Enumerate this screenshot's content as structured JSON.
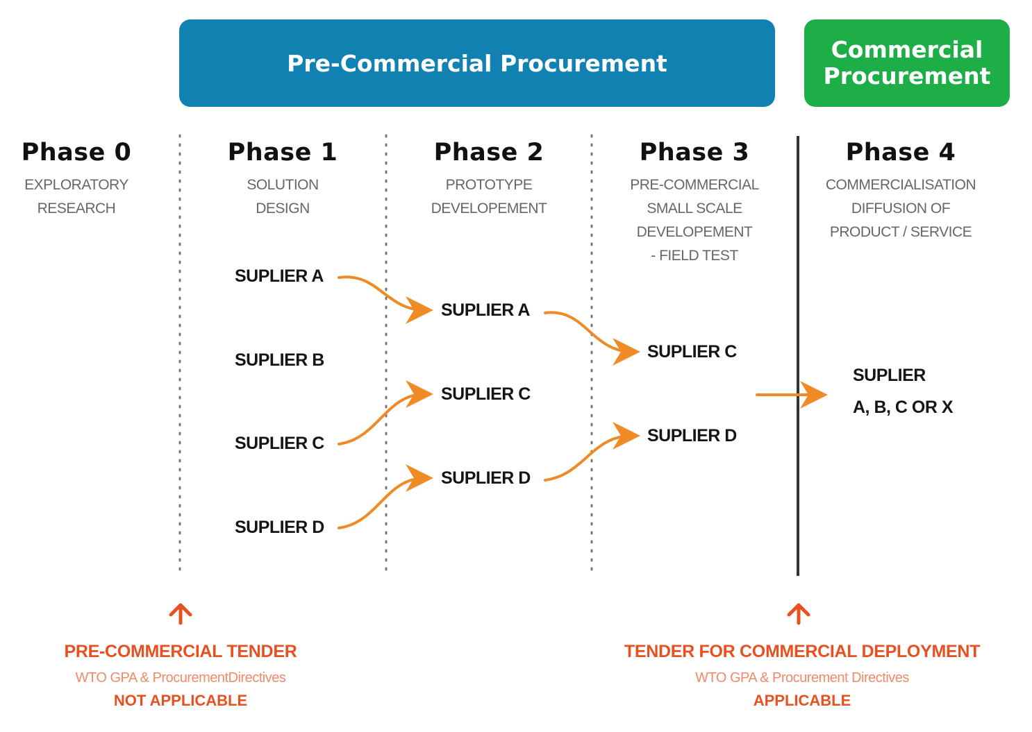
{
  "banners": {
    "pre_commercial": "Pre-Commercial Procurement",
    "commercial_line1": "Commercial",
    "commercial_line2": "Procurement"
  },
  "phases": [
    {
      "title": "Phase 0",
      "lines": [
        "EXPLORATORY",
        "RESEARCH"
      ]
    },
    {
      "title": "Phase 1",
      "lines": [
        "SOLUTION",
        "DESIGN"
      ]
    },
    {
      "title": "Phase 2",
      "lines": [
        "PROTOTYPE",
        "DEVELOPEMENT"
      ]
    },
    {
      "title": "Phase 3",
      "lines": [
        "PRE-COMMERCIAL",
        "SMALL SCALE",
        "DEVELOPEMENT",
        "- FIELD TEST"
      ]
    },
    {
      "title": "Phase 4",
      "lines": [
        "COMMERCIALISATION",
        "DIFFUSION OF",
        "PRODUCT / SERVICE"
      ]
    }
  ],
  "suppliers": {
    "phase1": [
      "SUPLIER A",
      "SUPLIER B",
      "SUPLIER C",
      "SUPLIER D"
    ],
    "phase2": [
      "SUPLIER A",
      "SUPLIER C",
      "SUPLIER D"
    ],
    "phase3": [
      "SUPLIER C",
      "SUPLIER D"
    ],
    "phase4_line1": "SUPLIER",
    "phase4_line2": "A, B, C OR X"
  },
  "tenders": {
    "left": {
      "title": "PRE-COMMERCIAL TENDER",
      "subtitle": "WTO GPA & ProcurementDirectives",
      "status": "NOT APPLICABLE"
    },
    "right": {
      "title": "TENDER FOR COMMERCIAL DEPLOYMENT",
      "subtitle": "WTO GPA & Procurement Directives",
      "status": "APPLICABLE"
    }
  },
  "colors": {
    "pre_commercial_banner": "#1181b2",
    "commercial_banner": "#1eae48",
    "arrow": "#f08a24",
    "tender_text": "#e8501f",
    "divider": "#333333"
  }
}
